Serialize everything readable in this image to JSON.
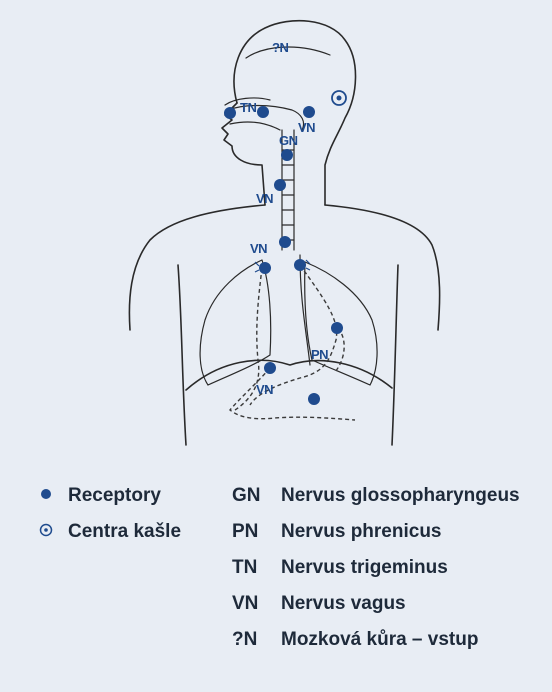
{
  "colors": {
    "background": "#e8edf4",
    "accent": "#1f4b8e",
    "outline": "#2a2a2a"
  },
  "diagram_labels": {
    "top": "?N",
    "trigeminus": "TN",
    "vagus_head": "VN",
    "glosso": "GN",
    "vagus_neck": "VN",
    "vagus_chest": "VN",
    "phrenicus": "PN",
    "vagus_abdomen": "VN"
  },
  "legend_left": [
    {
      "icon": "filled-dot-icon",
      "label": "Receptory"
    },
    {
      "icon": "ring-dot-icon",
      "label": "Centra kašle"
    }
  ],
  "legend_right": [
    {
      "abbr": "GN",
      "label": "Nervus glossopharyngeus"
    },
    {
      "abbr": "PN",
      "label": "Nervus phrenicus"
    },
    {
      "abbr": "TN",
      "label": "Nervus trigeminus"
    },
    {
      "abbr": "VN",
      "label": "Nervus vagus"
    },
    {
      "abbr": "?N",
      "label": "Mozková kůra – vstup"
    }
  ]
}
